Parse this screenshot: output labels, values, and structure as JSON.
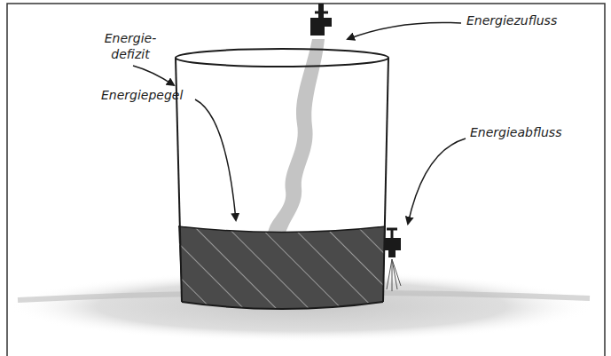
{
  "diagram": {
    "labels": [
      "Energiezufluss",
      "Energie- defizit",
      "Energiepegel",
      "Energieabfluss"
    ]
  }
}
